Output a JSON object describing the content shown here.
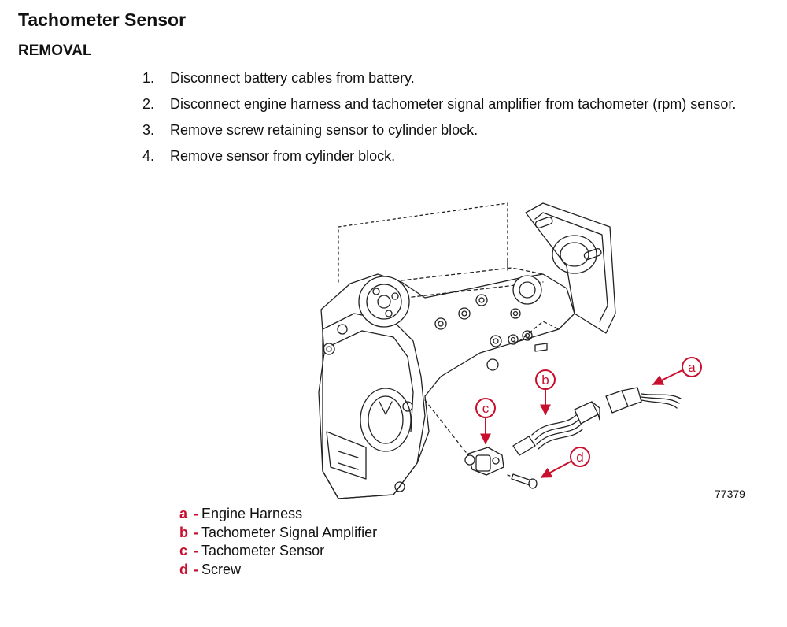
{
  "header": {
    "title": "Tachometer Sensor",
    "section": "REMOVAL"
  },
  "steps": [
    {
      "num": "1.",
      "text": "Disconnect battery cables from battery."
    },
    {
      "num": "2.",
      "text": "Disconnect engine harness and tachometer signal amplifier from tachometer (rpm) sensor."
    },
    {
      "num": "3.",
      "text": "Remove screw retaining sensor to cylinder block."
    },
    {
      "num": "4.",
      "text": "Remove sensor from cylinder block."
    }
  ],
  "figure": {
    "number": "77379",
    "callouts": [
      "a",
      "b",
      "c",
      "d"
    ],
    "accent_color": "#c8102e"
  },
  "legend": [
    {
      "letter": "a",
      "dash": "-",
      "label": "Engine Harness"
    },
    {
      "letter": "b",
      "dash": "-",
      "label": "Tachometer Signal Amplifier"
    },
    {
      "letter": "c",
      "dash": "-",
      "label": "Tachometer Sensor"
    },
    {
      "letter": "d",
      "dash": "-",
      "label": "Screw"
    }
  ]
}
